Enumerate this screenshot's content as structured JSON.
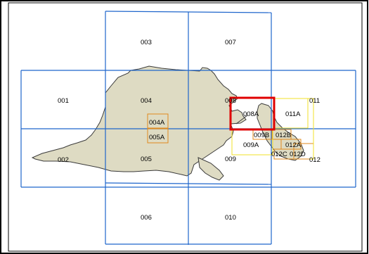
{
  "colors": {
    "land_fill": "#dedbc3",
    "land_stroke": "#3a3a3a",
    "grid_major": "#1f66cc",
    "grid_orange": "#e08a1e",
    "grid_yellow": "#f2e02a",
    "selected": "#e00000",
    "frame": "#000000"
  },
  "tiles": {
    "t001": "001",
    "t002": "002",
    "t003": "003",
    "t004": "004",
    "t005": "005",
    "t006": "006",
    "t007": "007",
    "t008": "008",
    "t009": "009",
    "t010": "010",
    "t011": "011",
    "t012": "012",
    "t004A": "004A",
    "t005A": "005A",
    "t008A": "008A",
    "t011A": "011A",
    "t009A": "009A",
    "t009B": "009B",
    "t012A": "012A",
    "t012B": "012B",
    "t012C": "012C",
    "t012D": "012D"
  }
}
